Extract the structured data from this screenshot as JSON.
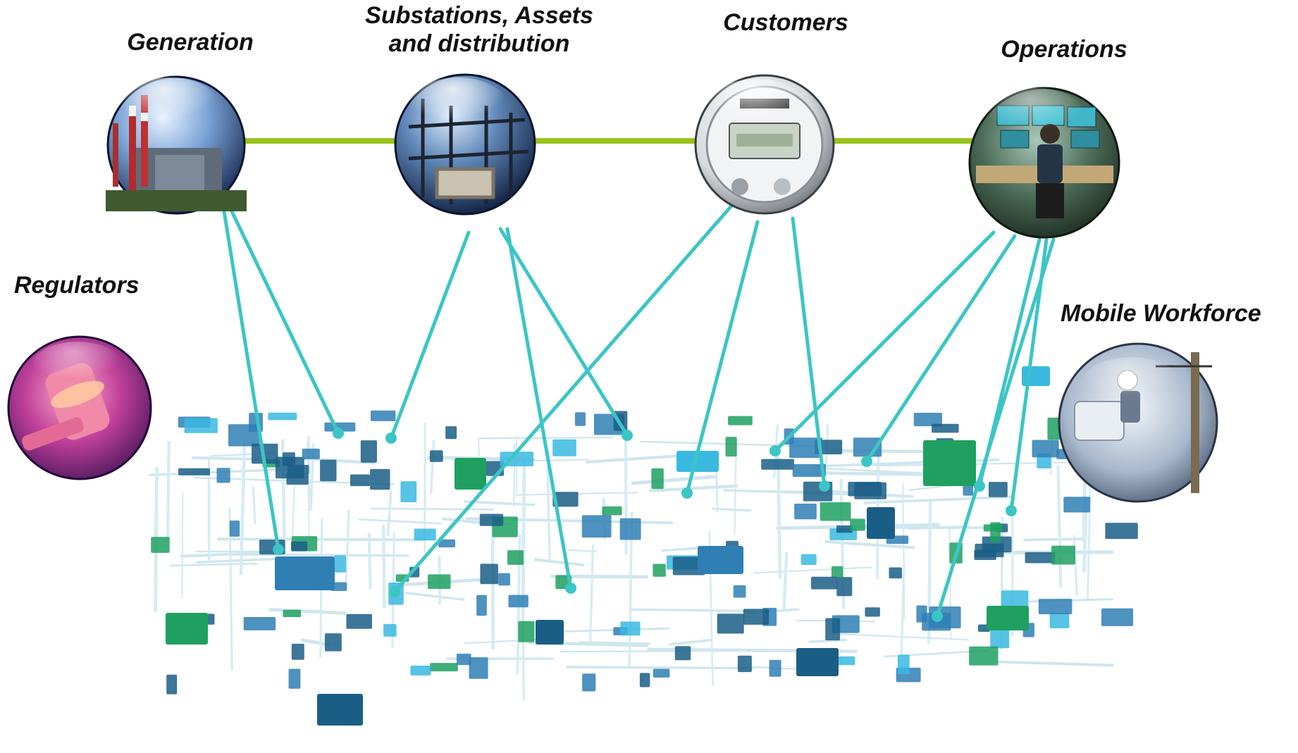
{
  "nodes": {
    "generation": {
      "label": "Generation",
      "icon": "power-plant-icon"
    },
    "substations": {
      "label": "Substations, Assets\nand distribution",
      "line1": "Substations, Assets",
      "line2": "and distribution",
      "icon": "substation-icon"
    },
    "customers": {
      "label": "Customers",
      "icon": "electric-meter-icon"
    },
    "operations": {
      "label": "Operations",
      "icon": "control-room-icon"
    },
    "regulators": {
      "label": "Regulators",
      "icon": "gavel-icon"
    },
    "mobile_workforce": {
      "label": "Mobile Workforce",
      "icon": "lineman-icon"
    }
  },
  "colors": {
    "backbone": "#99c31c",
    "link": "#3cc5c5",
    "block_blue": "#2f7fb5",
    "block_green": "#1fa060",
    "block_cyan": "#39b9e0",
    "block_dark": "#1a5e86"
  }
}
